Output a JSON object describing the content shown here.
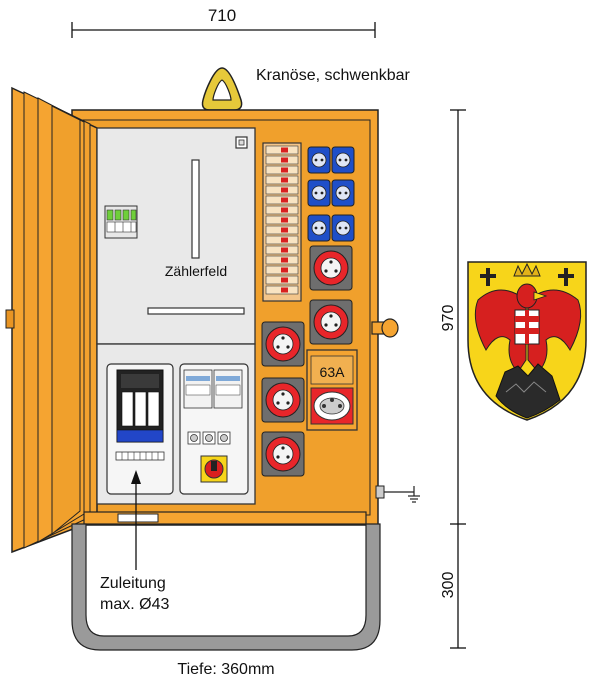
{
  "labels": {
    "width_dim": "710",
    "lifting_eye": "Kranöse, schwenkbar",
    "meter_field": "Zählerfeld",
    "breaker_rating": "63A",
    "height_dim": "970",
    "stand_dim": "300",
    "supply_line": "Zuleitung",
    "supply_max": "max. Ø43",
    "depth": "Tiefe: 360mm"
  },
  "colors": {
    "housing": "#f5a431",
    "housing_dark": "#d98612",
    "panel": "#e9e9e9",
    "cee_red": "#e8262a",
    "socket_blue": "#1f4fc8",
    "coat_yellow": "#f7d51a",
    "coat_red": "#d6201f"
  },
  "icons": [
    "lifting-eye-icon",
    "earth-ground-icon",
    "coat-of-arms-icon",
    "hinge-icon",
    "door-handle-icon"
  ]
}
